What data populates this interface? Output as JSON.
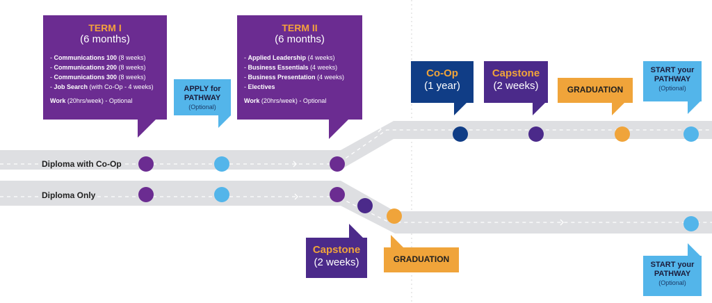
{
  "term1": {
    "heading": "TERM I",
    "duration": "(6 months)",
    "courses": [
      {
        "name": "Communications 100",
        "detail": "(8 weeks)"
      },
      {
        "name": "Communications 200",
        "detail": "(8 weeks)"
      },
      {
        "name": "Communications 300",
        "detail": "(8 weeks)"
      },
      {
        "name": "Job Search",
        "detail": "(with Co-Op - 4 weeks)"
      }
    ],
    "work_label": "Work",
    "work_detail": "(20hrs/week) - Optional"
  },
  "term2": {
    "heading": "TERM II",
    "duration": "(6 months)",
    "courses": [
      {
        "name": "Applied Leadership",
        "detail": "(4 weeks)"
      },
      {
        "name": "Business Essentials",
        "detail": "(4 weeks)"
      },
      {
        "name": "Business Presentation",
        "detail": "(4 weeks)"
      },
      {
        "name": "Electives",
        "detail": ""
      }
    ],
    "work_label": "Work",
    "work_detail": "(20hrs/week) - Optional"
  },
  "apply": {
    "line1": "APPLY for",
    "line2": "PATHWAY",
    "note": "(Optional)"
  },
  "coop": {
    "title": "Co-Op",
    "duration": "(1 year)"
  },
  "capstone_top": {
    "title": "Capstone",
    "duration": "(2 weeks)"
  },
  "graduation_top": {
    "label": "GRADUATION"
  },
  "start_top": {
    "line1": "START your",
    "line2": "PATHWAY",
    "note": "(Optional)"
  },
  "capstone_bottom": {
    "title": "Capstone",
    "duration": "(2 weeks)"
  },
  "graduation_bottom": {
    "label": "GRADUATION"
  },
  "start_bottom": {
    "line1": "START your",
    "line2": "PATHWAY",
    "note": "(Optional)"
  },
  "tracks": {
    "coop_label": "Diploma with Co-Op",
    "only_label": "Diploma Only"
  },
  "colors": {
    "purple": "#6b2c91",
    "indigo": "#4b2a8a",
    "navy": "#103d86",
    "orange": "#f0a43a",
    "sky": "#53b5ea",
    "road": "#dedfe2"
  }
}
